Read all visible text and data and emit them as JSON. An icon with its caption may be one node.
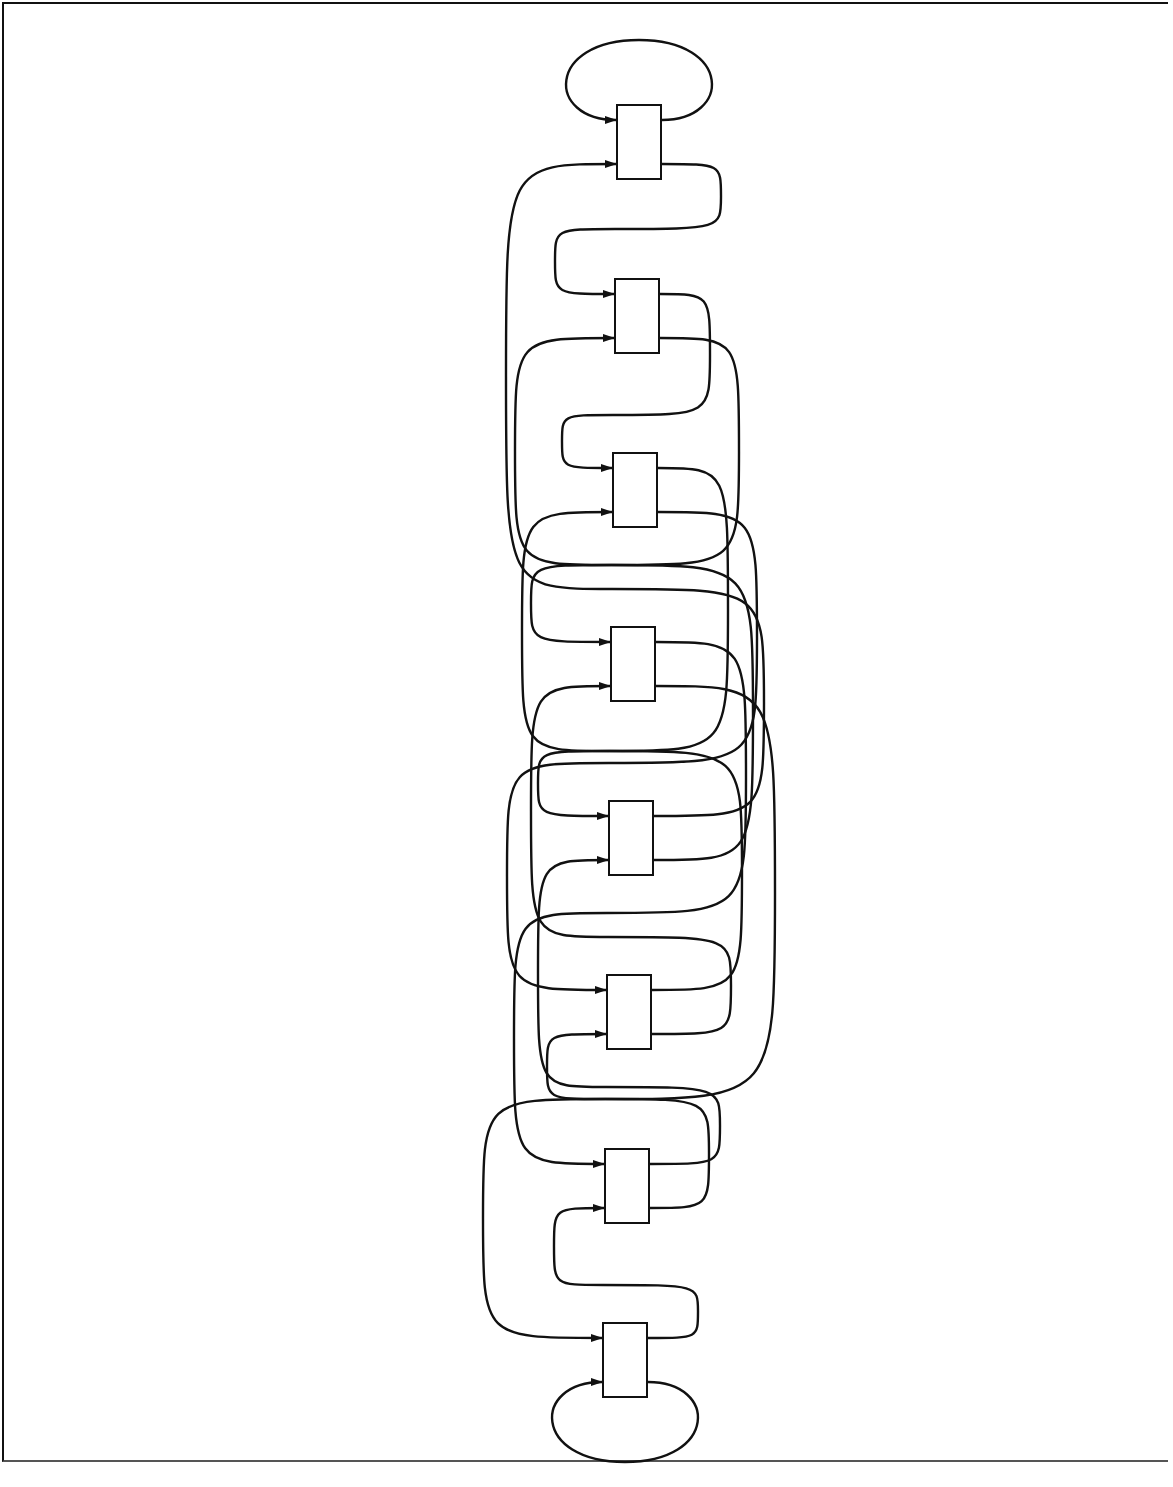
{
  "diagram": {
    "nodes": [
      {
        "text": [],
        "shape": "box"
      },
      {
        "text": [],
        "shape": "box"
      },
      {
        "text": [],
        "shape": "box"
      },
      {
        "text": [],
        "shape": "box"
      },
      {
        "text": [],
        "shape": "box"
      },
      {
        "text": [],
        "shape": "box"
      },
      {
        "text": [],
        "shape": "box"
      },
      {
        "text": [],
        "shape": "box"
      }
    ],
    "edges": [
      {
        "from": 0,
        "to": 0,
        "arrow": "to"
      },
      {
        "from": 0,
        "to": 1,
        "arrow": "to"
      },
      {
        "from": 1,
        "to": 2,
        "arrow": "to"
      },
      {
        "from": 1,
        "to": 3,
        "arrow": "to"
      },
      {
        "from": 2,
        "to": 4,
        "arrow": "to"
      },
      {
        "from": 2,
        "to": 5,
        "arrow": "to"
      },
      {
        "from": 3,
        "to": 6,
        "arrow": "to"
      },
      {
        "from": 3,
        "to": 7,
        "arrow": "to"
      },
      {
        "from": 4,
        "to": 0,
        "arrow": "to"
      },
      {
        "from": 4,
        "to": 1,
        "arrow": "to"
      },
      {
        "from": 5,
        "to": 2,
        "arrow": "to"
      },
      {
        "from": 5,
        "to": 3,
        "arrow": "to"
      },
      {
        "from": 6,
        "to": 4,
        "arrow": "to"
      },
      {
        "from": 6,
        "to": 5,
        "arrow": "to"
      },
      {
        "from": 7,
        "to": 6,
        "arrow": "to"
      },
      {
        "from": 7,
        "to": 7,
        "arrow": "to"
      }
    ]
  }
}
